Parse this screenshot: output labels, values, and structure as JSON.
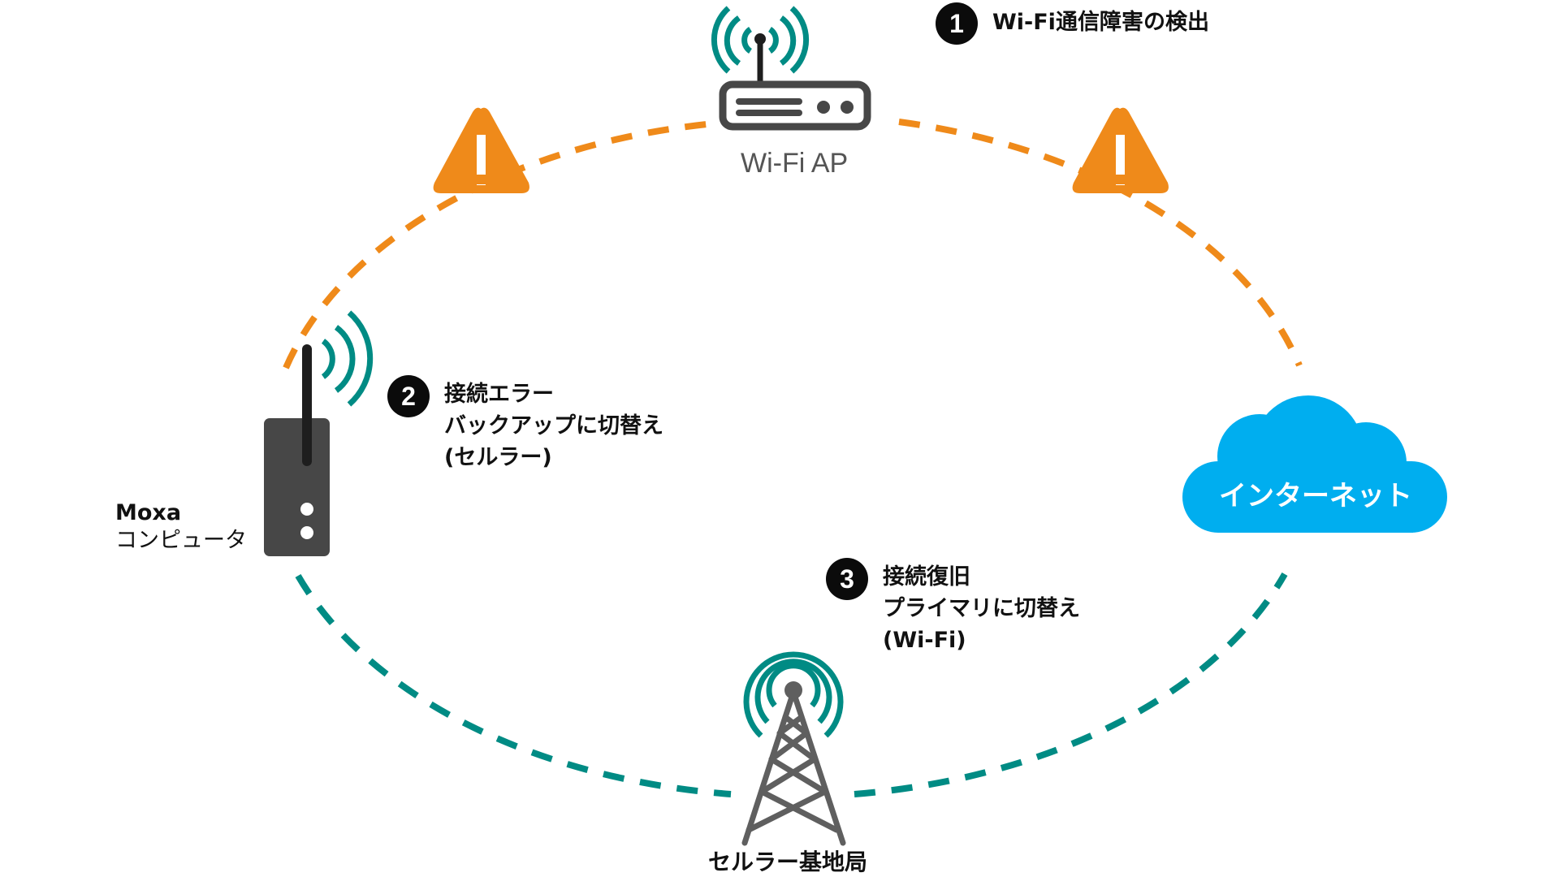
{
  "colors": {
    "warning_path": "#EF8A1A",
    "backup_path": "#008B84",
    "cloud": "#00AEEF",
    "device": "#474747",
    "antenna": "#1e1e1e",
    "tower": "#5f5f5f",
    "badge": "#0b0b0b"
  },
  "nodes": {
    "wifi_ap": {
      "label": "Wi-Fi AP",
      "icon": "router-icon"
    },
    "moxa_computer": {
      "label_line1": "Moxa",
      "label_line2": "コンピュータ",
      "icon": "computer-device-icon"
    },
    "internet": {
      "label": "インターネット",
      "icon": "cloud-icon"
    },
    "cellular_tower": {
      "label": "セルラー基地局",
      "icon": "cell-tower-icon"
    }
  },
  "warnings": [
    {
      "icon": "warning-icon",
      "symbol": "!"
    },
    {
      "icon": "warning-icon",
      "symbol": "!"
    }
  ],
  "steps": [
    {
      "number": "1",
      "lines": [
        "Wi-Fi通信障害の検出"
      ]
    },
    {
      "number": "2",
      "lines": [
        "接続エラー",
        "バックアップに切替え",
        "(セルラー)"
      ]
    },
    {
      "number": "3",
      "lines": [
        "接続復旧",
        "プライマリに切替え",
        "(Wi-Fi)"
      ]
    }
  ]
}
